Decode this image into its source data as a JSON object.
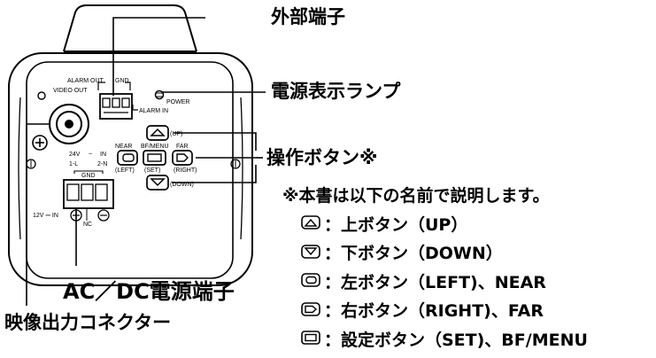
{
  "camera_labels": {
    "alarm_out": "ALARM OUT",
    "gnd_top": "GND",
    "alarm_in": "ALARM IN",
    "video_out": "VIDEO OUT",
    "power": "POWER",
    "up": "(UP)",
    "near": "NEAR",
    "left": "(LEFT)",
    "bf_menu": "BF/MENU",
    "set": "(SET)",
    "far": "FAR",
    "right": "(RIGHT)",
    "down": "(DOWN)",
    "v24": "24V",
    "tilde": "~",
    "in": "IN",
    "one_l": "1-L",
    "two_n": "2-N",
    "gnd_bottom": "GND",
    "dc12": "12V ⎓ IN",
    "nc": "NC",
    "plus": "+",
    "minus": "−"
  },
  "callouts": {
    "external_terminal": "外部端子",
    "power_lamp": "電源表示ランプ",
    "operation_buttons": "操作ボタン※",
    "ac_dc_terminal": "AC／DC電源端子",
    "video_output": "映像出力コネクター"
  },
  "button_legend": {
    "note": "※本書は以下の名前で説明します。",
    "items": [
      {
        "icon": "up-button-icon",
        "text": "：上ボタン（UP）"
      },
      {
        "icon": "down-button-icon",
        "text": "：下ボタン（DOWN）"
      },
      {
        "icon": "left-button-icon",
        "text": "：左ボタン（LEFT)、NEAR"
      },
      {
        "icon": "right-button-icon",
        "text": "：右ボタン（RIGHT)、FAR"
      },
      {
        "icon": "set-button-icon",
        "text": "：設定ボタン（SET)、BF/MENU"
      }
    ]
  }
}
